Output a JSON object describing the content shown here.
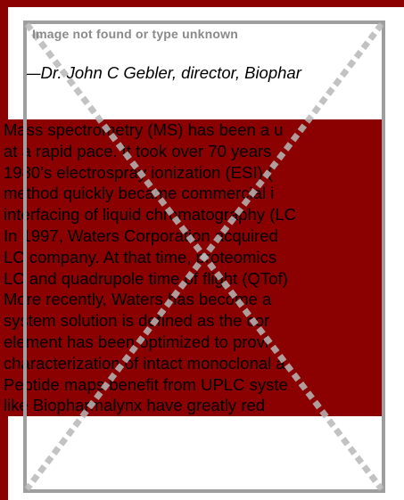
{
  "placeholder": {
    "text": "Image not found or type unknown"
  },
  "quote_attribution": "—Dr. John C Gebler, director, Biophar",
  "body_lines": [
    "Mass spectrometry (MS) has been a u",
    "at a rapid pace. It took over 70 years",
    "1980’s electrospray ionization (ESI) (",
    "method quickly became commercial i",
    "interfacing of liquid chromatography (LC",
    "In 1997, Waters Corporation acquired",
    "LC company. At that time, proteomics",
    "LC and quadrupole time of flight (QTof)",
    "More recently, Waters has become a",
    "system solution is defined as the cor",
    "element has been optimized to provi",
    "characterization of intact monoclonal a",
    "Peptide maps benefit from UPLC syste",
    "like Biopharmalynx have greatly red"
  ],
  "colors": {
    "frame": "#8b0000",
    "placeholder_border": "#9e9e9e",
    "placeholder_text": "#8a8a8a"
  }
}
